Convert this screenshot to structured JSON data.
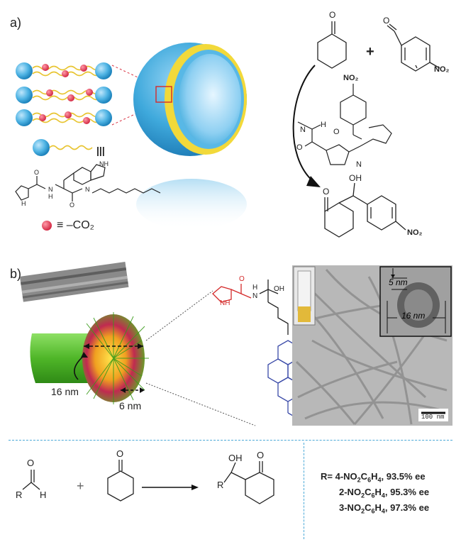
{
  "panel_a": {
    "label": "a)",
    "co2_legend": "≡ –CO₂",
    "equiv_symbol": "|||",
    "reactant_substituent": "NO₂",
    "ts_no2": "NO₂",
    "ts_atoms": {
      "n": "N",
      "h": "H",
      "o": "O",
      "n_plus": "N",
      "oh_bridge": "O"
    },
    "product_oh": "OH",
    "product_o": "O",
    "product_no2": "NO₂",
    "plus": "+",
    "amphiphile_atoms": {
      "nh_indole": "NH",
      "h1": "H",
      "h2": "H",
      "n1": "N",
      "n2": "N",
      "o1": "O",
      "o2": "O",
      "o3": "O"
    }
  },
  "panel_b": {
    "label": "b)",
    "diameter_label": "16 nm",
    "core_label": "6 nm",
    "tem_wall_label": "5 nm",
    "tem_diam_label": "16 nm",
    "scale_bar_label": "100 nm",
    "molecule_atoms": {
      "nh": "NH",
      "n": "N",
      "h": "H",
      "o": "O",
      "oh": "OH"
    }
  },
  "bottom_scheme": {
    "aldehyde_r": "R",
    "aldehyde_h": "H",
    "aldehyde_o": "O",
    "plus": "+",
    "ketone_o": "O",
    "product_oh": "OH",
    "product_r": "R",
    "product_o": "O",
    "results": [
      {
        "prefix": "R= 4-NO",
        "mid": "C",
        "mid2": "H",
        "suffix": ", 93.5% ee"
      },
      {
        "prefix": "2-NO",
        "mid": "C",
        "mid2": "H",
        "suffix": ", 95.3% ee"
      },
      {
        "prefix": "3-NO",
        "mid": "C",
        "mid2": "H",
        "suffix": ", 97.3% ee"
      }
    ]
  },
  "colors": {
    "sphere_blue": "#3fa9dc",
    "bilayer_yellow": "#f2d93a",
    "co2_red": "#e0405a",
    "nanotube_green": "#58c232",
    "divider_blue": "#4aa9d8",
    "highlight_red": "#d42a2a",
    "stain_blue": "#3a4aa8"
  }
}
